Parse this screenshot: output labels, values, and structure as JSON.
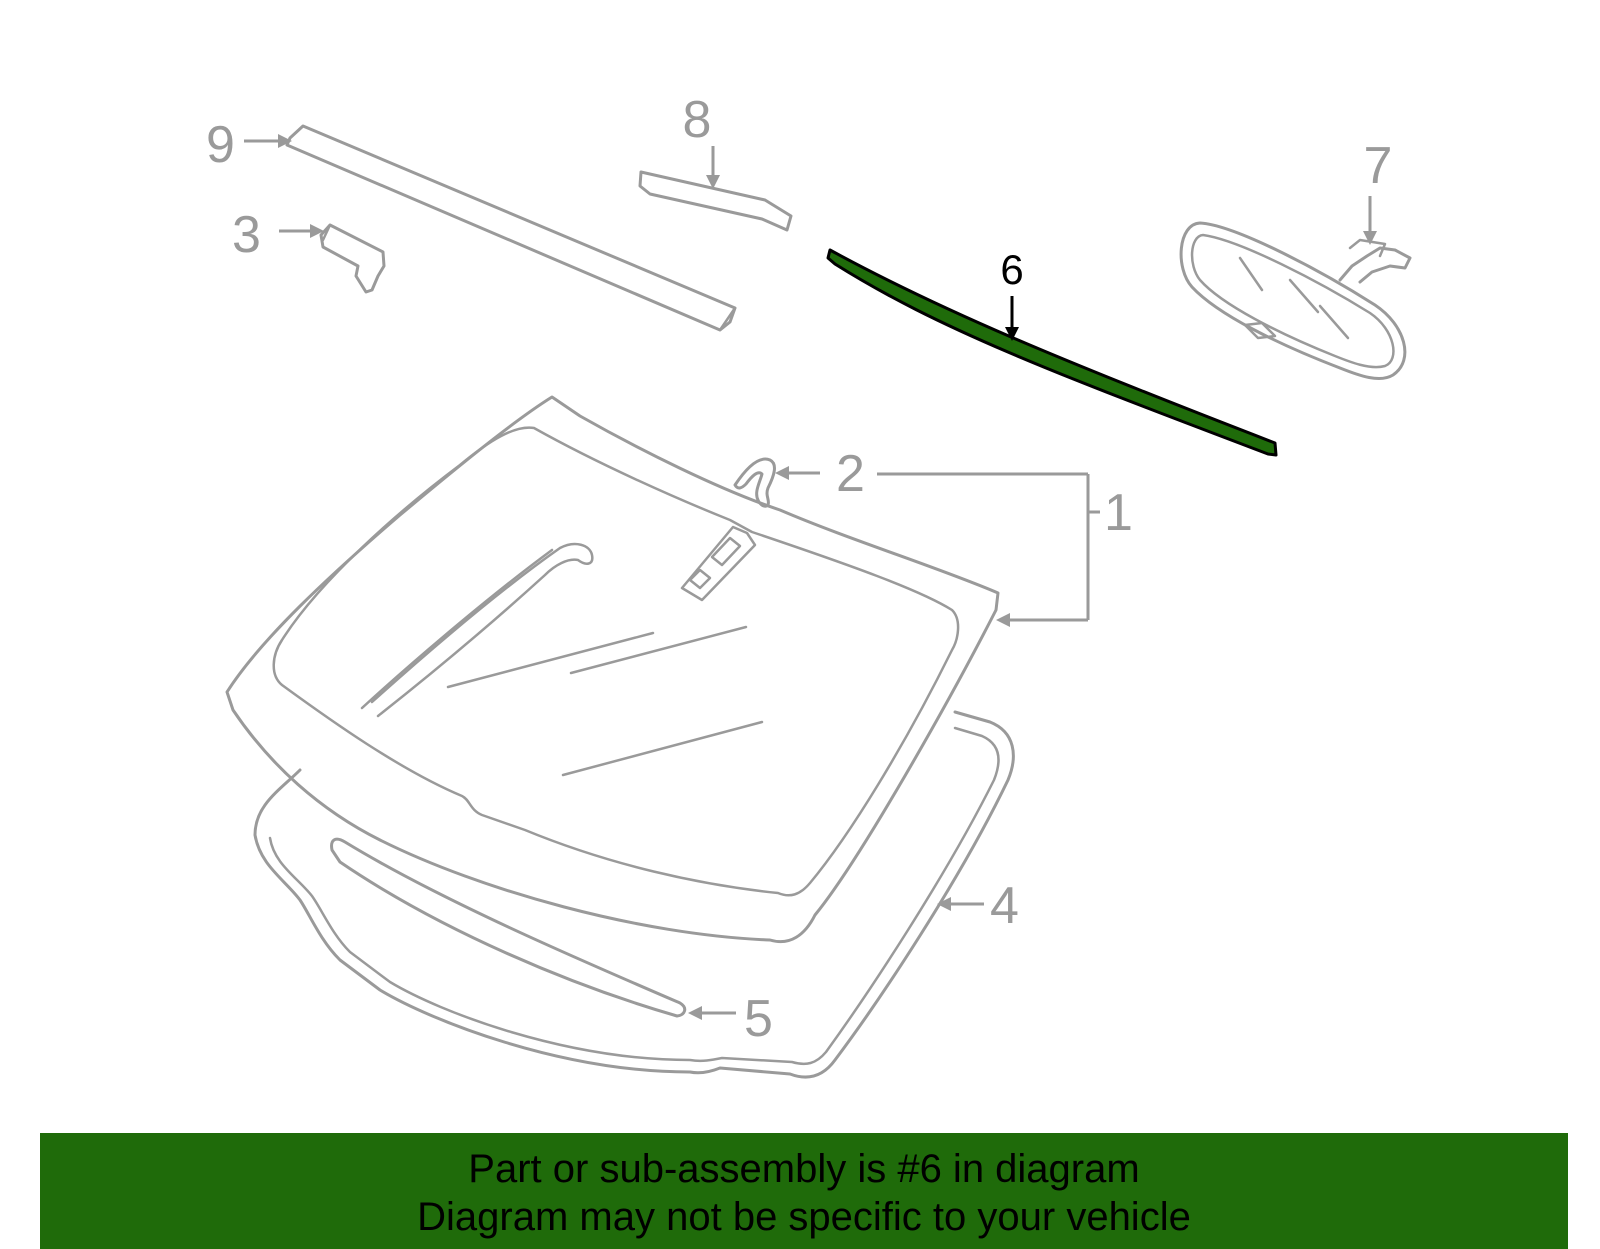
{
  "diagram": {
    "callouts": {
      "c1": "1",
      "c2": "2",
      "c3": "3",
      "c4": "4",
      "c5": "5",
      "c6": "6",
      "c7": "7",
      "c8": "8",
      "c9": "9"
    },
    "highlighted_part": "6",
    "colors": {
      "highlight": "#1f6b0a",
      "line": "#9a9a9a",
      "banner": "#1f6b0a"
    }
  },
  "banner": {
    "line1": "Part or sub-assembly is #6 in diagram",
    "line2": "Diagram may not be specific to your vehicle"
  }
}
